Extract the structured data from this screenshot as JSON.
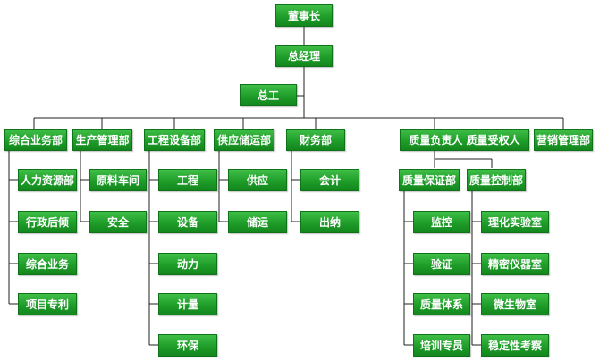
{
  "org": {
    "chairman": "董事长",
    "general_manager": "总经理",
    "chief_engineer": "总工",
    "departments": {
      "comprehensive": {
        "label": "综合业务部",
        "children": [
          "人力资源部",
          "行政后倾",
          "综合业务",
          "项目专利"
        ]
      },
      "production": {
        "label": "生产管理部",
        "children": [
          "原料车间",
          "安全"
        ]
      },
      "engineering": {
        "label": "工程设备部",
        "children": [
          "工程",
          "设备",
          "动力",
          "计量",
          "环保"
        ]
      },
      "supply": {
        "label": "供应储运部",
        "children": [
          "供应",
          "储运"
        ]
      },
      "finance": {
        "label": "财务部",
        "children": [
          "会计",
          "出纳"
        ]
      },
      "quality": {
        "label": "质量负责人  质量受权人",
        "assurance": {
          "label": "质量保证部",
          "children": [
            "监控",
            "验证",
            "质量体系",
            "培训专员"
          ]
        },
        "control": {
          "label": "质量控制部",
          "children": [
            "理化实验室",
            "精密仪器室",
            "微生物室",
            "稳定性考察"
          ]
        }
      },
      "marketing": {
        "label": "营销管理部"
      }
    }
  }
}
